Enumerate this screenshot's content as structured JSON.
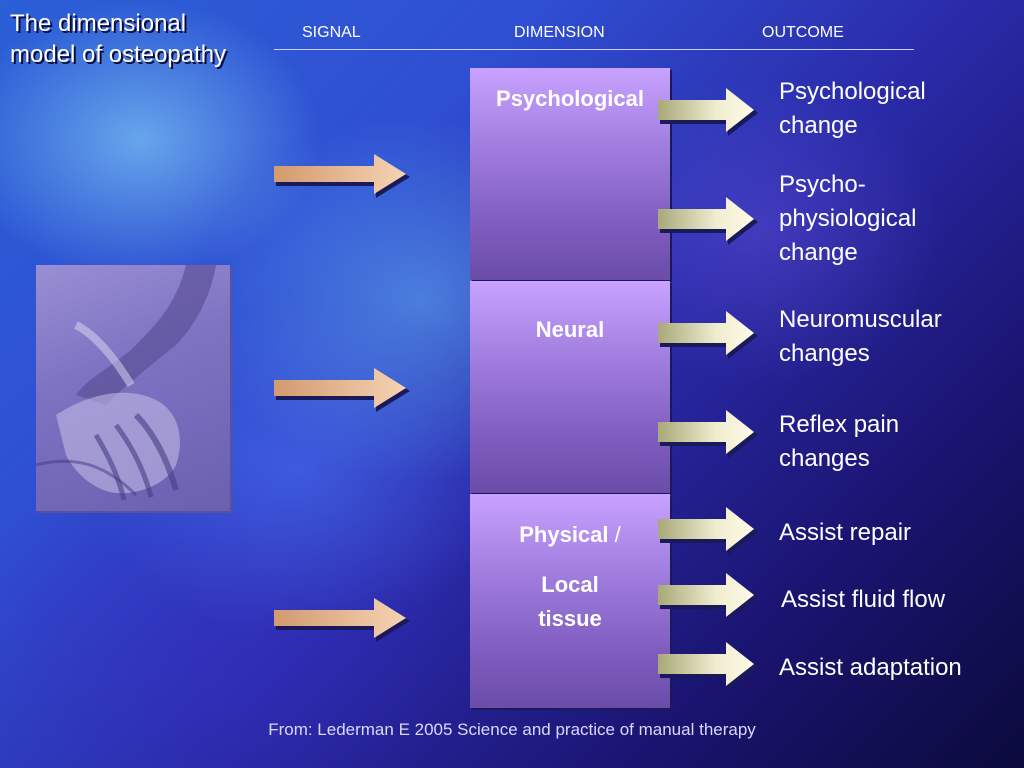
{
  "slide": {
    "title": "The dimensional model of osteopathy",
    "headers": {
      "signal": "SIGNAL",
      "dimension": "DIMENSION",
      "outcome": "OUTCOME"
    },
    "dimensions": {
      "psychological": "Psychological",
      "neural": "Neural",
      "physical": "Physical",
      "physical_sep": "/",
      "local_tissue_1": "Local",
      "local_tissue_2": "tissue"
    },
    "outcomes": [
      {
        "line1": "Psychological",
        "line2": "change",
        "line3": ""
      },
      {
        "line1": "Psycho-",
        "line2": "physiological",
        "line3": "change"
      },
      {
        "line1": "Neuromuscular",
        "line2": "changes",
        "line3": ""
      },
      {
        "line1": "Reflex pain",
        "line2": "changes",
        "line3": ""
      },
      {
        "line1": "Assist repair",
        "line2": "",
        "line3": ""
      },
      {
        "line1": "Assist fluid flow",
        "line2": "",
        "line3": ""
      },
      {
        "line1": "Assist adaptation",
        "line2": "",
        "line3": ""
      }
    ],
    "source": "From: Lederman E 2005 Science and practice of manual therapy"
  }
}
